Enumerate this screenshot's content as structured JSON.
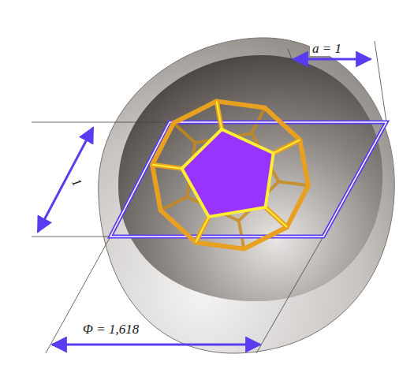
{
  "diagram": {
    "labels": [
      "a = 1",
      "1",
      "Φ = 1,618"
    ]
  }
}
